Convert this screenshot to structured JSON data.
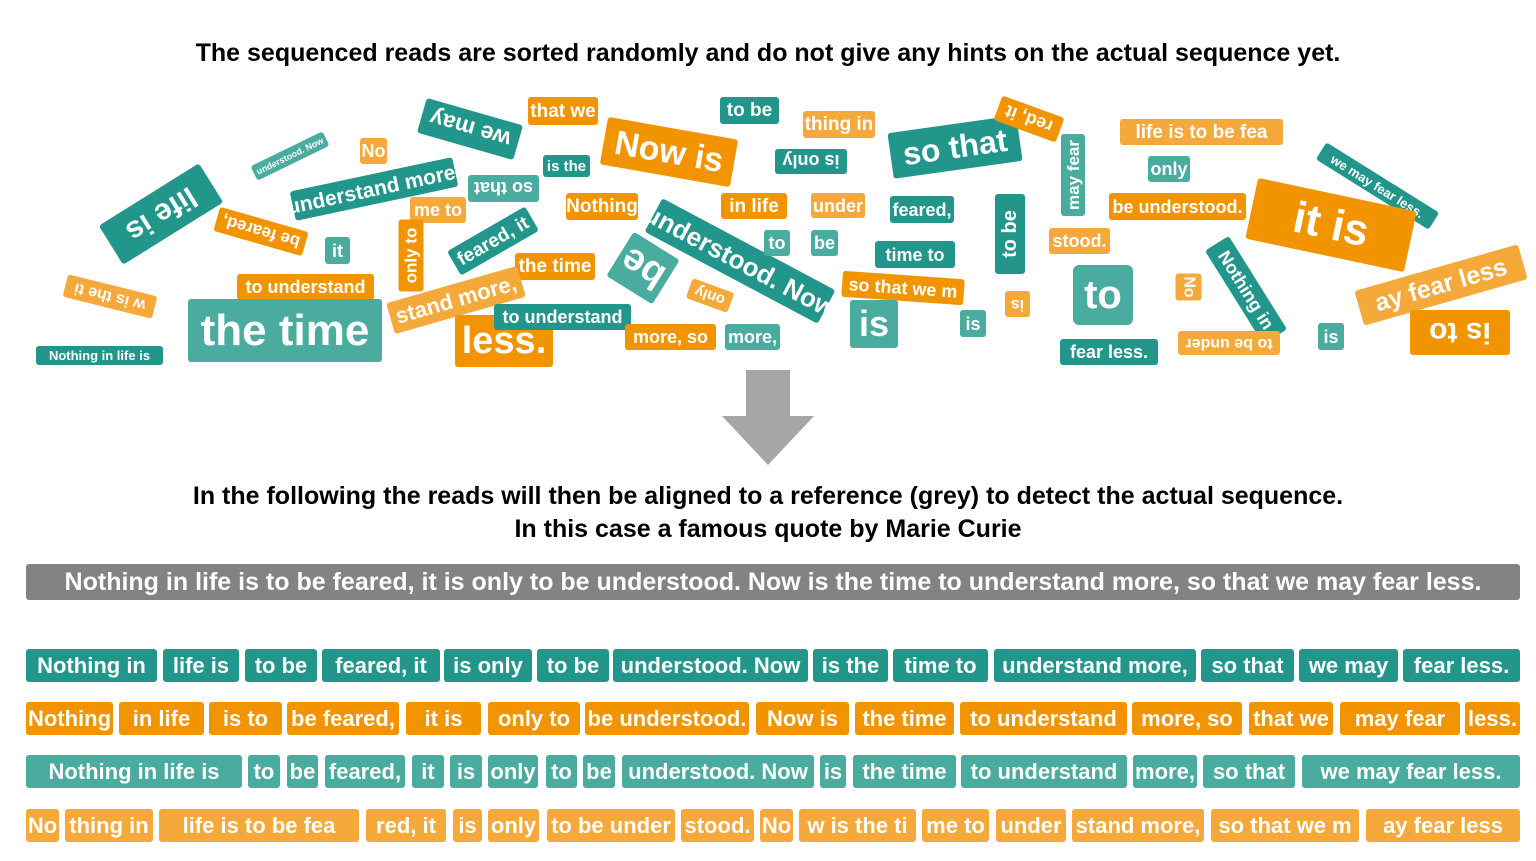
{
  "title_top": "The sequenced reads are sorted randomly and do not give any hints on the actual sequence yet.",
  "title_mid_1": "In the following the reads will then be aligned to a reference (grey) to detect the actual sequence.",
  "title_mid_2": "In this case a famous quote by Marie Curie",
  "reference": "Nothing in life is to be feared, it is only to be understood. Now is the time to understand more, so that we may fear less.",
  "colors": {
    "teal": "#22968a",
    "orange": "#f29400",
    "light_orange": "#f6a93b",
    "light_teal": "#4aab9f",
    "grey": "#838383"
  },
  "arrow_icon": "down-arrow-icon",
  "scatter_reads": [
    "that we",
    "to be",
    "thing in",
    "we may",
    "No",
    "Now is",
    "so that",
    "red, it",
    "life is to be fea",
    "understood. Now",
    "is the",
    "is only",
    "only",
    "may fear",
    "we may fear less.",
    "life  is",
    "understand more,",
    "me to",
    "so that",
    "Nothing",
    "in life",
    "under",
    "feared,",
    "be understood.",
    "it is",
    "be feared,",
    "feared, it",
    "understood. Now",
    "to",
    "be",
    "time to",
    "to be",
    "stood.",
    "it",
    "only to",
    "the time",
    "be",
    "w is the ti",
    "to understand",
    "stand more,",
    "only",
    "so that we m",
    "Nothing in",
    "No",
    "ay fear less",
    "to",
    "the time",
    "is",
    "is",
    "is",
    "less.",
    "to understand",
    "more, so",
    "more,",
    "is to",
    "fear less.",
    "to be under",
    "is",
    "Nothing in life is"
  ],
  "aligned_rows": [
    [
      "Nothing in",
      "life  is",
      "to be",
      "feared, it",
      "is only",
      "to be",
      "understood. Now",
      "is the",
      "time to",
      "understand more,",
      "so that",
      "we may",
      "fear less."
    ],
    [
      "Nothing",
      "in life",
      "is to",
      "be feared,",
      "it is",
      "only to",
      "be understood.",
      "Now is",
      "the time",
      "to understand",
      "more, so",
      "that we",
      "may fear",
      "less."
    ],
    [
      "Nothing in life is",
      "to",
      "be",
      "feared,",
      "it",
      "is",
      "only",
      "to",
      "be",
      "understood. Now",
      "is",
      "the time",
      "to understand",
      "more,",
      "so that",
      "we may fear less."
    ],
    [
      "No",
      "thing in",
      "life is to be fea",
      "red, it",
      "is",
      "only",
      "to be under",
      "stood.",
      "No",
      "w is the ti",
      "me to",
      "under",
      "stand more,",
      "so that we m",
      "ay fear less"
    ]
  ]
}
